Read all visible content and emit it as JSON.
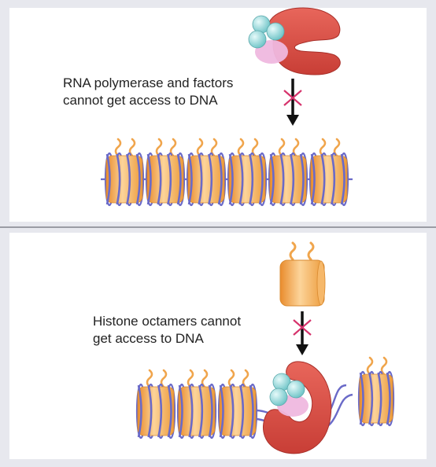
{
  "diagram": {
    "top_panel": {
      "caption_lines": [
        "RNA polymerase and factors",
        "cannot get access to DNA"
      ]
    },
    "bottom_panel": {
      "caption_lines": [
        "Histone octamers cannot",
        "get access to DNA"
      ]
    }
  },
  "colors": {
    "histone": "#f0a54c",
    "histone_light": "#fcd49a",
    "dna": "#6a6ac8",
    "polymerase": "#d9544a",
    "factor_teal": "#8ed6d6",
    "factor_pink": "#efb8df",
    "block_cross": "#d6336c",
    "arrow": "#111111"
  },
  "icons": [
    "rna-polymerase-icon",
    "histone-octamer-icon",
    "blocked-arrow-icon"
  ]
}
